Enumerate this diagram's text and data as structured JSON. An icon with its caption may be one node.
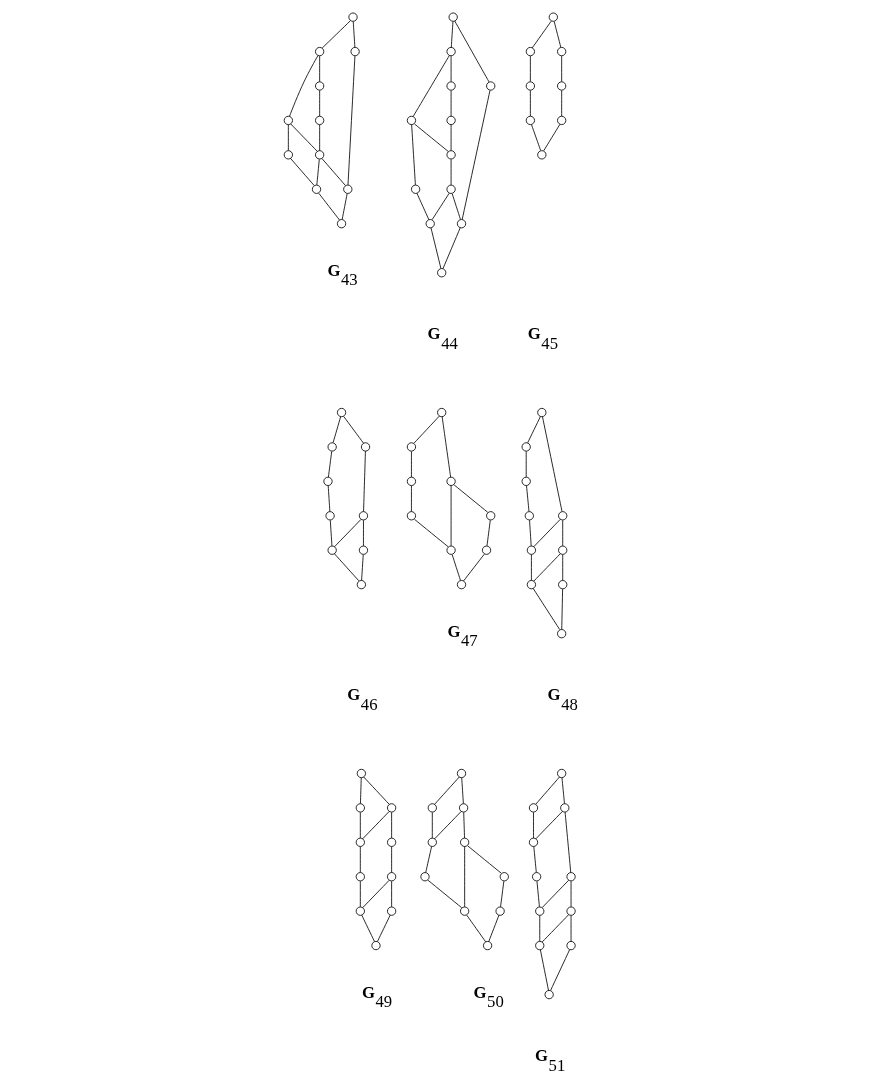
{
  "diagram": {
    "nodes": [
      {
        "text": [],
        "shape": "circle"
      },
      {
        "text": [],
        "shape": "circle"
      },
      {
        "text": [],
        "shape": "circle"
      },
      {
        "text": [],
        "shape": "circle"
      },
      {
        "text": [],
        "shape": "circle"
      },
      {
        "text": [],
        "shape": "circle"
      },
      {
        "text": [],
        "shape": "circle"
      },
      {
        "text": [],
        "shape": "circle"
      },
      {
        "text": [],
        "shape": "circle"
      },
      {
        "text": [],
        "shape": "circle"
      },
      {
        "text": [],
        "shape": "circle"
      },
      {
        "text": [],
        "shape": "circle"
      },
      {
        "text": [],
        "shape": "circle"
      },
      {
        "text": [],
        "shape": "circle"
      },
      {
        "text": [],
        "shape": "circle"
      },
      {
        "text": [],
        "shape": "circle"
      },
      {
        "text": [],
        "shape": "circle"
      },
      {
        "text": [],
        "shape": "circle"
      },
      {
        "text": [],
        "shape": "circle"
      },
      {
        "text": [],
        "shape": "circle"
      },
      {
        "text": [],
        "shape": "circle"
      },
      {
        "text": [],
        "shape": "circle"
      },
      {
        "text": [],
        "shape": "circle"
      },
      {
        "text": [],
        "shape": "circle"
      },
      {
        "text": [],
        "shape": "circle"
      },
      {
        "text": [],
        "shape": "circle"
      },
      {
        "text": [],
        "shape": "circle"
      },
      {
        "text": [],
        "shape": "circle"
      },
      {
        "text": [],
        "shape": "circle"
      },
      {
        "text": [],
        "shape": "circle"
      },
      {
        "text": [],
        "shape": "circle"
      },
      {
        "text": [],
        "shape": "circle"
      },
      {
        "text": [],
        "shape": "circle"
      },
      {
        "text": [],
        "shape": "circle"
      },
      {
        "text": [],
        "shape": "circle"
      },
      {
        "text": [],
        "shape": "circle"
      },
      {
        "text": [],
        "shape": "circle"
      },
      {
        "text": [],
        "shape": "circle"
      },
      {
        "text": [],
        "shape": "circle"
      },
      {
        "text": [],
        "shape": "circle"
      },
      {
        "text": [],
        "shape": "circle"
      },
      {
        "text": [],
        "shape": "circle"
      },
      {
        "text": [],
        "shape": "circle"
      },
      {
        "text": [],
        "shape": "circle"
      },
      {
        "text": [],
        "shape": "circle"
      },
      {
        "text": [],
        "shape": "circle"
      },
      {
        "text": [],
        "shape": "circle"
      },
      {
        "text": [],
        "shape": "circle"
      },
      {
        "text": [],
        "shape": "circle"
      },
      {
        "text": [],
        "shape": "circle"
      },
      {
        "text": [],
        "shape": "circle"
      },
      {
        "text": [],
        "shape": "circle"
      },
      {
        "text": [],
        "shape": "circle"
      },
      {
        "text": [],
        "shape": "circle"
      },
      {
        "text": [],
        "shape": "circle"
      },
      {
        "text": [],
        "shape": "circle"
      },
      {
        "text": [],
        "shape": "circle"
      },
      {
        "text": [],
        "shape": "circle"
      },
      {
        "text": [],
        "shape": "circle"
      },
      {
        "text": [],
        "shape": "circle"
      },
      {
        "text": [],
        "shape": "circle"
      },
      {
        "text": [],
        "shape": "circle"
      },
      {
        "text": [],
        "shape": "circle"
      },
      {
        "text": [],
        "shape": "circle"
      },
      {
        "text": [],
        "shape": "circle"
      },
      {
        "text": [],
        "shape": "circle"
      },
      {
        "text": [],
        "shape": "circle"
      },
      {
        "text": [],
        "shape": "circle"
      },
      {
        "text": [],
        "shape": "circle"
      },
      {
        "text": [],
        "shape": "circle"
      },
      {
        "text": [],
        "shape": "circle"
      },
      {
        "text": [],
        "shape": "circle"
      },
      {
        "text": [],
        "shape": "circle"
      },
      {
        "text": [],
        "shape": "circle"
      },
      {
        "text": [],
        "shape": "circle"
      },
      {
        "text": [],
        "shape": "circle"
      },
      {
        "text": [],
        "shape": "circle"
      },
      {
        "text": [],
        "shape": "circle"
      },
      {
        "text": [],
        "shape": "circle"
      },
      {
        "text": [],
        "shape": "circle"
      },
      {
        "text": [],
        "shape": "circle"
      },
      {
        "text": [],
        "shape": "circle"
      },
      {
        "text": [],
        "shape": "circle"
      },
      {
        "text": [],
        "shape": "circle"
      },
      {
        "text": [],
        "shape": "circle"
      },
      {
        "text": [],
        "shape": "circle"
      },
      {
        "text": [],
        "shape": "circle"
      },
      {
        "text": [],
        "shape": "circle"
      },
      {
        "text": [],
        "shape": "circle"
      },
      {
        "text": [],
        "shape": "circle"
      }
    ],
    "edges": [
      {
        "from": 0,
        "to": 1,
        "arrow": "none"
      },
      {
        "from": 0,
        "to": 3,
        "arrow": "none"
      },
      {
        "from": 1,
        "to": 2,
        "arrow": "none"
      },
      {
        "from": 1,
        "to": 4,
        "arrow": "none"
      },
      {
        "from": 2,
        "to": 5,
        "arrow": "none"
      },
      {
        "from": 5,
        "to": 7,
        "arrow": "none"
      },
      {
        "from": 4,
        "to": 6,
        "arrow": "none"
      },
      {
        "from": 4,
        "to": 7,
        "arrow": "none"
      },
      {
        "from": 6,
        "to": 8,
        "arrow": "none"
      },
      {
        "from": 7,
        "to": 8,
        "arrow": "none"
      },
      {
        "from": 7,
        "to": 9,
        "arrow": "none"
      },
      {
        "from": 3,
        "to": 9,
        "arrow": "none"
      },
      {
        "from": 8,
        "to": 10,
        "arrow": "none"
      },
      {
        "from": 9,
        "to": 10,
        "arrow": "none"
      },
      {
        "from": 11,
        "to": 12,
        "arrow": "none"
      },
      {
        "from": 11,
        "to": 14,
        "arrow": "none"
      },
      {
        "from": 12,
        "to": 13,
        "arrow": "none"
      },
      {
        "from": 12,
        "to": 15,
        "arrow": "none"
      },
      {
        "from": 13,
        "to": 16,
        "arrow": "none"
      },
      {
        "from": 16,
        "to": 17,
        "arrow": "none"
      },
      {
        "from": 15,
        "to": 17,
        "arrow": "none"
      },
      {
        "from": 15,
        "to": 18,
        "arrow": "none"
      },
      {
        "from": 17,
        "to": 19,
        "arrow": "none"
      },
      {
        "from": 18,
        "to": 20,
        "arrow": "none"
      },
      {
        "from": 19,
        "to": 20,
        "arrow": "none"
      },
      {
        "from": 19,
        "to": 21,
        "arrow": "none"
      },
      {
        "from": 14,
        "to": 21,
        "arrow": "none"
      },
      {
        "from": 20,
        "to": 22,
        "arrow": "none"
      },
      {
        "from": 21,
        "to": 22,
        "arrow": "none"
      },
      {
        "from": 23,
        "to": 24,
        "arrow": "none"
      },
      {
        "from": 23,
        "to": 26,
        "arrow": "none"
      },
      {
        "from": 26,
        "to": 28,
        "arrow": "none"
      },
      {
        "from": 28,
        "to": 29,
        "arrow": "none"
      },
      {
        "from": 24,
        "to": 25,
        "arrow": "none"
      },
      {
        "from": 25,
        "to": 27,
        "arrow": "none"
      },
      {
        "from": 27,
        "to": 30,
        "arrow": "none"
      },
      {
        "from": 29,
        "to": 30,
        "arrow": "none"
      },
      {
        "from": 31,
        "to": 32,
        "arrow": "none"
      },
      {
        "from": 31,
        "to": 34,
        "arrow": "none"
      },
      {
        "from": 34,
        "to": 36,
        "arrow": "none"
      },
      {
        "from": 36,
        "to": 37,
        "arrow": "none"
      },
      {
        "from": 36,
        "to": 38,
        "arrow": "none"
      },
      {
        "from": 32,
        "to": 33,
        "arrow": "none"
      },
      {
        "from": 33,
        "to": 35,
        "arrow": "none"
      },
      {
        "from": 35,
        "to": 38,
        "arrow": "none"
      },
      {
        "from": 37,
        "to": 39,
        "arrow": "none"
      },
      {
        "from": 38,
        "to": 39,
        "arrow": "none"
      },
      {
        "from": 40,
        "to": 41,
        "arrow": "none"
      },
      {
        "from": 40,
        "to": 43,
        "arrow": "none"
      },
      {
        "from": 43,
        "to": 45,
        "arrow": "none"
      },
      {
        "from": 43,
        "to": 46,
        "arrow": "none"
      },
      {
        "from": 45,
        "to": 47,
        "arrow": "none"
      },
      {
        "from": 41,
        "to": 42,
        "arrow": "none"
      },
      {
        "from": 42,
        "to": 44,
        "arrow": "none"
      },
      {
        "from": 44,
        "to": 46,
        "arrow": "none"
      },
      {
        "from": 46,
        "to": 48,
        "arrow": "none"
      },
      {
        "from": 47,
        "to": 48,
        "arrow": "none"
      },
      {
        "from": 49,
        "to": 50,
        "arrow": "none"
      },
      {
        "from": 49,
        "to": 52,
        "arrow": "none"
      },
      {
        "from": 52,
        "to": 54,
        "arrow": "none"
      },
      {
        "from": 52,
        "to": 55,
        "arrow": "none"
      },
      {
        "from": 54,
        "to": 56,
        "arrow": "none"
      },
      {
        "from": 54,
        "to": 57,
        "arrow": "none"
      },
      {
        "from": 50,
        "to": 51,
        "arrow": "none"
      },
      {
        "from": 51,
        "to": 53,
        "arrow": "none"
      },
      {
        "from": 53,
        "to": 55,
        "arrow": "none"
      },
      {
        "from": 55,
        "to": 57,
        "arrow": "none"
      },
      {
        "from": 56,
        "to": 58,
        "arrow": "none"
      },
      {
        "from": 57,
        "to": 58,
        "arrow": "none"
      },
      {
        "from": 59,
        "to": 60,
        "arrow": "none"
      },
      {
        "from": 59,
        "to": 61,
        "arrow": "none"
      },
      {
        "from": 60,
        "to": 62,
        "arrow": "none"
      },
      {
        "from": 61,
        "to": 62,
        "arrow": "none"
      },
      {
        "from": 60,
        "to": 63,
        "arrow": "none"
      },
      {
        "from": 63,
        "to": 65,
        "arrow": "none"
      },
      {
        "from": 62,
        "to": 64,
        "arrow": "none"
      },
      {
        "from": 64,
        "to": 67,
        "arrow": "none"
      },
      {
        "from": 65,
        "to": 66,
        "arrow": "none"
      },
      {
        "from": 65,
        "to": 67,
        "arrow": "none"
      },
      {
        "from": 66,
        "to": 68,
        "arrow": "none"
      },
      {
        "from": 67,
        "to": 68,
        "arrow": "none"
      },
      {
        "from": 69,
        "to": 70,
        "arrow": "none"
      },
      {
        "from": 69,
        "to": 71,
        "arrow": "none"
      },
      {
        "from": 70,
        "to": 72,
        "arrow": "none"
      },
      {
        "from": 71,
        "to": 72,
        "arrow": "none"
      },
      {
        "from": 70,
        "to": 73,
        "arrow": "none"
      },
      {
        "from": 73,
        "to": 75,
        "arrow": "none"
      },
      {
        "from": 73,
        "to": 76,
        "arrow": "none"
      },
      {
        "from": 72,
        "to": 74,
        "arrow": "none"
      },
      {
        "from": 74,
        "to": 76,
        "arrow": "none"
      },
      {
        "from": 75,
        "to": 77,
        "arrow": "none"
      },
      {
        "from": 76,
        "to": 78,
        "arrow": "none"
      },
      {
        "from": 77,
        "to": 78,
        "arrow": "none"
      },
      {
        "from": 79,
        "to": 80,
        "arrow": "none"
      },
      {
        "from": 79,
        "to": 81,
        "arrow": "none"
      },
      {
        "from": 80,
        "to": 82,
        "arrow": "none"
      },
      {
        "from": 81,
        "to": 82,
        "arrow": "none"
      },
      {
        "from": 80,
        "to": 83,
        "arrow": "none"
      },
      {
        "from": 83,
        "to": 85,
        "arrow": "none"
      },
      {
        "from": 83,
        "to": 86,
        "arrow": "none"
      },
      {
        "from": 82,
        "to": 84,
        "arrow": "none"
      },
      {
        "from": 84,
        "to": 86,
        "arrow": "none"
      },
      {
        "from": 85,
        "to": 87,
        "arrow": "none"
      },
      {
        "from": 85,
        "to": 88,
        "arrow": "none"
      },
      {
        "from": 86,
        "to": 88,
        "arrow": "none"
      },
      {
        "from": 87,
        "to": 89,
        "arrow": "none"
      },
      {
        "from": 88,
        "to": 89,
        "arrow": "none"
      }
    ],
    "labels": [
      "**G**$_{43}$",
      "**G**$_{44}$",
      "**G**$_{45}$",
      "**G**$_{46}$",
      "**G**$_{47}$",
      "**G**$_{48}$",
      "**G**$_{49}$",
      "**G**$_{50}$",
      "**G**$_{51}$"
    ]
  }
}
